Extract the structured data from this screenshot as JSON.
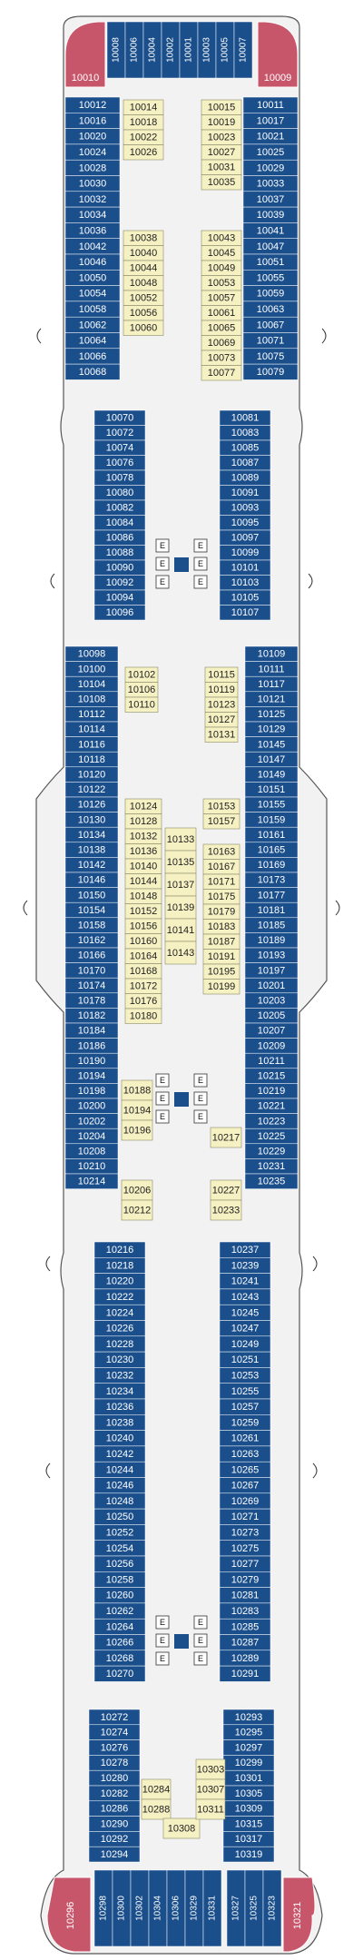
{
  "legend_colors": {
    "suite": "#c8566b",
    "balcony": "#1b4f8c",
    "inside": "#f6f1c3",
    "corridor": "#eeeeee",
    "ocean": "#ffffff"
  },
  "cabins": {
    "fore_top": [
      "10008",
      "10006",
      "10004",
      "10002",
      "10001",
      "10003",
      "10005",
      "10007"
    ],
    "fore_suite_left": "10010",
    "fore_suite_right": "10009",
    "port_outer": [
      "10012",
      "10016",
      "10020",
      "10024",
      "10028",
      "10030",
      "10032",
      "10034",
      "10036",
      "10042",
      "10046",
      "10050",
      "10054",
      "10058",
      "10062",
      "10064",
      "10066",
      "10068"
    ],
    "starboard_outer": [
      "10011",
      "10017",
      "10021",
      "10025",
      "10029",
      "10033",
      "10037",
      "10039",
      "10041",
      "10047",
      "10051",
      "10055",
      "10059",
      "10063",
      "10067",
      "10071",
      "10075",
      "10079"
    ],
    "fore_inside_left": [
      "10014",
      "10018",
      "10022",
      "10026"
    ],
    "fore_inside_right": [
      "10015",
      "10019",
      "10023",
      "10027",
      "10031",
      "10035"
    ],
    "mid_inside_left": [
      "10038",
      "10040",
      "10044",
      "10048",
      "10052",
      "10056",
      "10060"
    ],
    "mid_inside_right": [
      "10043",
      "10045",
      "10049",
      "10053",
      "10057",
      "10061",
      "10065",
      "10069",
      "10073",
      "10077"
    ],
    "port_mid1": [
      "10070",
      "10072",
      "10074",
      "10076",
      "10078",
      "10080",
      "10082",
      "10084",
      "10086",
      "10088",
      "10090",
      "10092",
      "10094",
      "10096"
    ],
    "starboard_mid1": [
      "10081",
      "10083",
      "10085",
      "10087",
      "10089",
      "10091",
      "10093",
      "10095",
      "10097",
      "10099",
      "10101",
      "10103",
      "10105",
      "10107"
    ],
    "port_mid2": [
      "10098",
      "10100",
      "10104",
      "10108",
      "10112",
      "10114",
      "10116",
      "10118",
      "10120",
      "10122",
      "10126",
      "10130",
      "10134",
      "10138",
      "10142",
      "10146",
      "10150",
      "10154",
      "10158",
      "10162",
      "10166",
      "10170",
      "10174",
      "10178",
      "10182",
      "10184",
      "10186",
      "10190",
      "10194",
      "10198",
      "10200",
      "10202",
      "10204",
      "10208",
      "10210",
      "10214"
    ],
    "starboard_mid2": [
      "10109",
      "10111",
      "10117",
      "10121",
      "10125",
      "10129",
      "10145",
      "10147",
      "10149",
      "10151",
      "10155",
      "10159",
      "10161",
      "10165",
      "10169",
      "10173",
      "10177",
      "10181",
      "10185",
      "10189",
      "10193",
      "10197",
      "10201",
      "10203",
      "10205",
      "10207",
      "10209",
      "10211",
      "10215",
      "10219",
      "10221",
      "10223",
      "10225",
      "10229",
      "10231",
      "10235"
    ],
    "inside_a_left": [
      "10102",
      "10106",
      "10110"
    ],
    "inside_a_right": [
      "10115",
      "10119",
      "10123",
      "10127",
      "10131"
    ],
    "inside_b_left": [
      "10124",
      "10128",
      "10132",
      "10136",
      "10140",
      "10144",
      "10148",
      "10152",
      "10156",
      "10160",
      "10164",
      "10168",
      "10172",
      "10176",
      "10180"
    ],
    "inside_b_center": [
      "10133",
      "10135",
      "10137",
      "10139",
      "10141",
      "10143"
    ],
    "inside_b_right_top": [
      "10153",
      "10157"
    ],
    "inside_b_right": [
      "10163",
      "10167",
      "10171",
      "10175",
      "10179",
      "10183",
      "10187",
      "10191",
      "10195",
      "10199"
    ],
    "inside_c_left": [
      "10188",
      "10194",
      "10196"
    ],
    "inside_c_right": [
      "10217"
    ],
    "inside_d_left": [
      "10206",
      "10212"
    ],
    "inside_d_right": [
      "10227",
      "10233"
    ],
    "port_aft": [
      "10216",
      "10218",
      "10220",
      "10222",
      "10224",
      "10226",
      "10228",
      "10230",
      "10232",
      "10234",
      "10236",
      "10238",
      "10240",
      "10242",
      "10244",
      "10246",
      "10248",
      "10250",
      "10252",
      "10254",
      "10256",
      "10258",
      "10260",
      "10262",
      "10264",
      "10266",
      "10268",
      "10270"
    ],
    "starboard_aft": [
      "10237",
      "10239",
      "10241",
      "10243",
      "10245",
      "10247",
      "10249",
      "10251",
      "10253",
      "10255",
      "10257",
      "10259",
      "10261",
      "10263",
      "10265",
      "10267",
      "10269",
      "10271",
      "10273",
      "10275",
      "10277",
      "10279",
      "10281",
      "10283",
      "10285",
      "10287",
      "10289",
      "10291"
    ],
    "port_stern": [
      "10272",
      "10274",
      "10276",
      "10278",
      "10280",
      "10282",
      "10286",
      "10290",
      "10292",
      "10294"
    ],
    "starboard_stern": [
      "10293",
      "10295",
      "10297",
      "10299",
      "10301",
      "10305",
      "10309",
      "10315",
      "10317",
      "10319"
    ],
    "stern_inside_left": [
      "10284",
      "10288"
    ],
    "stern_inside_center": [
      "10308"
    ],
    "stern_inside_right": [
      "10303",
      "10307",
      "10311"
    ],
    "stern_bottom": [
      "10298",
      "10300",
      "10302",
      "10304",
      "10306",
      "10329",
      "10331",
      "10327",
      "10325",
      "10323"
    ],
    "stern_suite_left": "10296",
    "stern_suite_right": "10321"
  },
  "elevator_label": "E"
}
